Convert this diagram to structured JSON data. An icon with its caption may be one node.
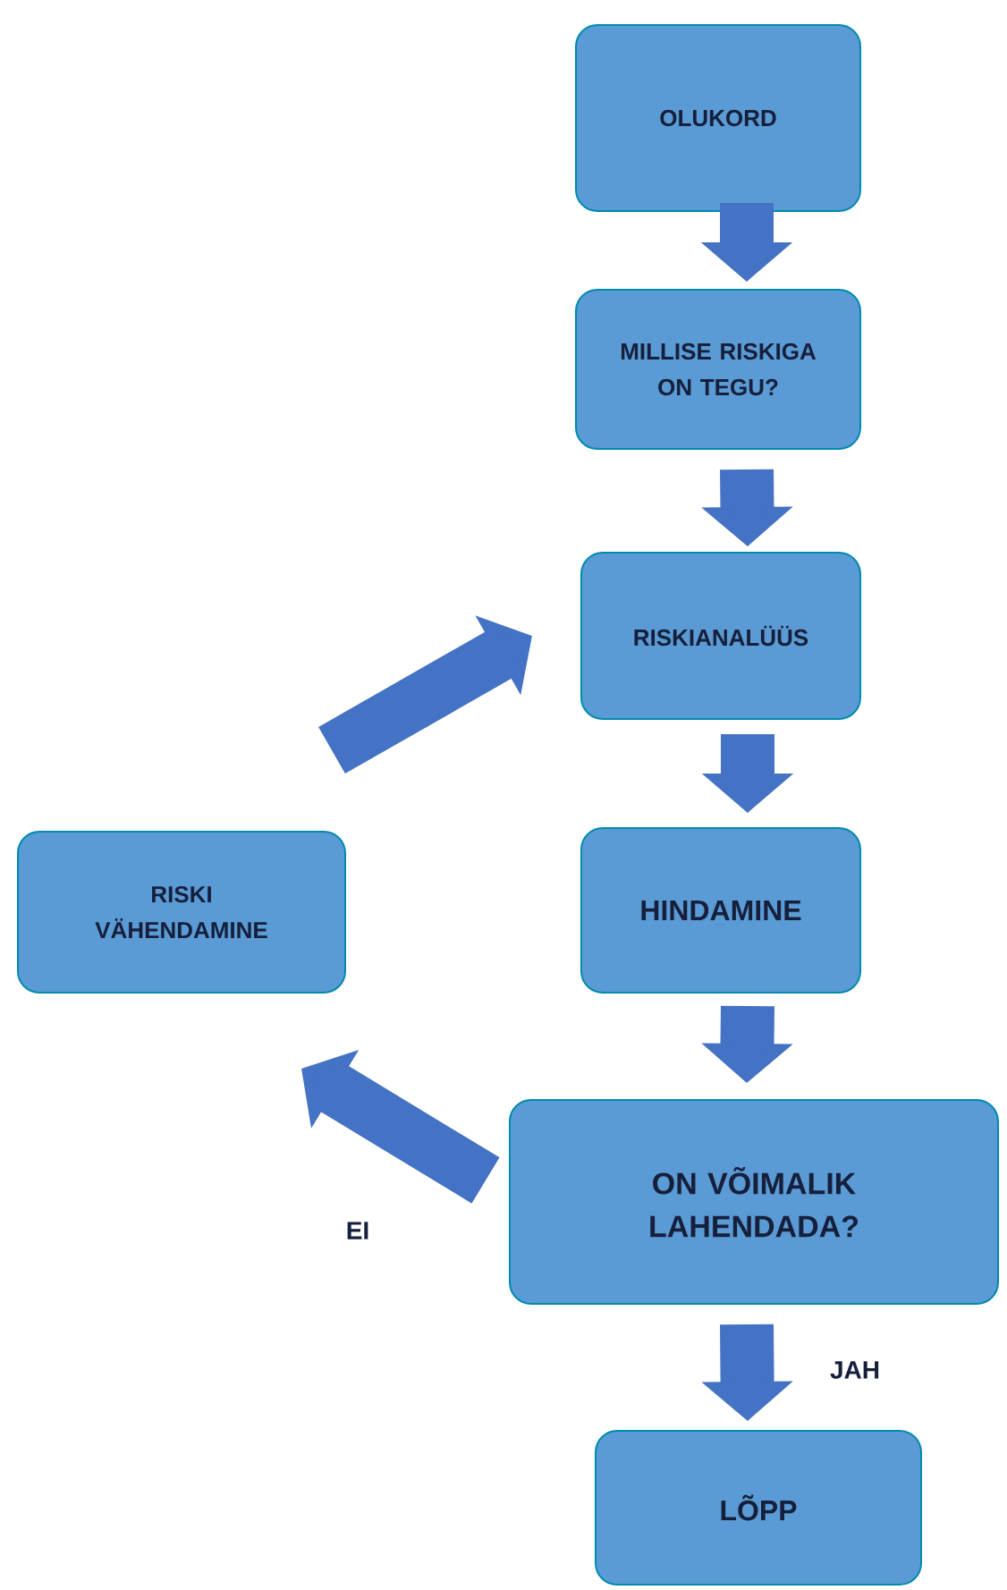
{
  "diagram": {
    "nodes": [
      {
        "text": [
          "OLUKORD"
        ]
      },
      {
        "text": [
          "MILLISE RISKIGA ON TEGU?"
        ]
      },
      {
        "text": [
          "RISKIANALÜÜS"
        ]
      },
      {
        "text": [
          "HINDAMINE"
        ]
      },
      {
        "text": [
          "ON VÕIMALIK LAHENDADA?"
        ]
      },
      {
        "text": [
          "LÕPP"
        ]
      },
      {
        "text": [
          "RISKI VÄHENDAMINE"
        ]
      }
    ],
    "edges": [
      {
        "from": 0,
        "to": 1,
        "arrow": "to"
      },
      {
        "from": 1,
        "to": 2,
        "arrow": "to"
      },
      {
        "from": 2,
        "to": 3,
        "arrow": "to"
      },
      {
        "from": 3,
        "to": 4,
        "arrow": "to"
      },
      {
        "from": 4,
        "to": 5,
        "arrow": "to",
        "label": "JAH"
      },
      {
        "from": 4,
        "to": 6,
        "arrow": "to",
        "label": "EI"
      },
      {
        "from": 6,
        "to": 2,
        "arrow": "to"
      }
    ]
  }
}
